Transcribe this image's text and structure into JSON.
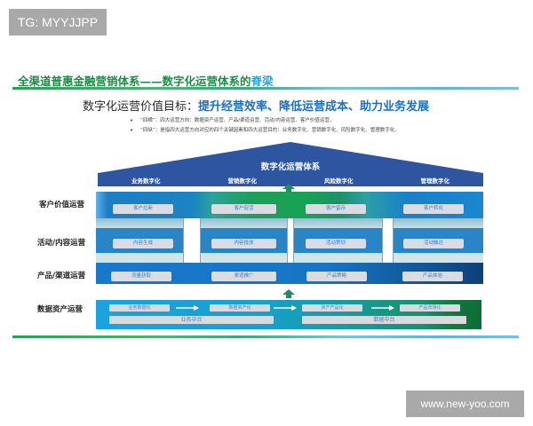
{
  "watermarks": {
    "top_left": "TG: MYYJJPP",
    "bottom_right": "www.new-yoo.com"
  },
  "header": {
    "title_main": "全渠道普惠金融营销体系——数字化运营体系的",
    "title_accent": "脊梁",
    "goal_label": "数字化运营价值目标：",
    "goal_value": "提升经营效率、降低运营成本、助力业务发展",
    "bullets": [
      "“四横”：四大运营方向：数据资产运营、产品/渠道运营、活动/内容运营、客户价值运营。",
      "“四纵”：是指四大运营方向对应的四个关键因素和四大运营目的：业务数字化、营销数字化、风险数字化、管理数字化。"
    ]
  },
  "roof": {
    "title": "数字化运营体系",
    "columns": [
      "业务数字化",
      "营销数字化",
      "风险数字化",
      "管理数字化"
    ],
    "color": "#2d55a0"
  },
  "rows": [
    {
      "label": "客户价值运营",
      "items": [
        "客户拉新",
        "客户促活",
        "客户留存",
        "客户转化"
      ]
    },
    {
      "label": "活动/内容运营",
      "items": [
        "内容生成",
        "内容投放",
        "活动策划",
        "活动触达"
      ]
    },
    {
      "label": "产品/渠道运营",
      "items": [
        "流量获取",
        "渠道推广",
        "产品策略",
        "产品体验"
      ]
    }
  ],
  "data_asset": {
    "label": "数据资产运营",
    "flow": [
      "业务数据化",
      "数据资产化",
      "资产产品化",
      "产品市场化"
    ],
    "platforms": [
      "业务中台",
      "数据中台"
    ]
  },
  "colors": {
    "title_green": "#1f8a46",
    "accent_blue": "#2aa3d8",
    "goal_blue": "#1a6fc0",
    "roof_blue": "#2d55a0",
    "pill_bg": "#d9dde3"
  }
}
